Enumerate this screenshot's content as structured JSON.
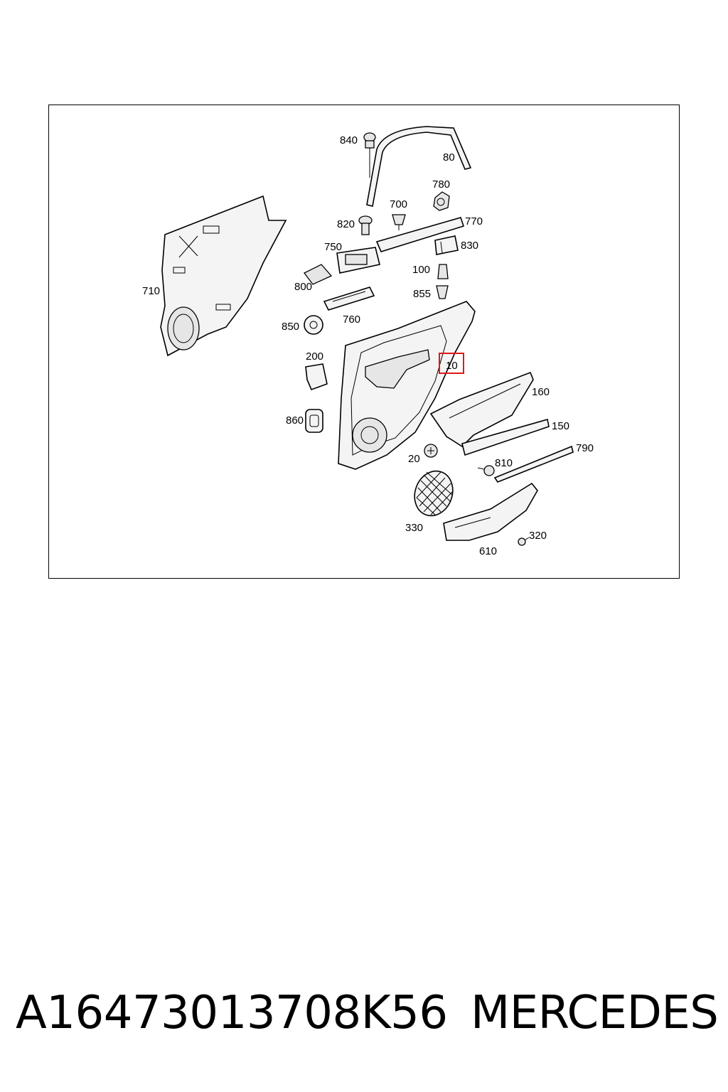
{
  "diagram": {
    "callouts": {
      "c840": "840",
      "c80": "80",
      "c780": "780",
      "c700": "700",
      "c770": "770",
      "c820": "820",
      "c750": "750",
      "c830": "830",
      "c100": "100",
      "c710": "710",
      "c800": "800",
      "c855": "855",
      "c760": "760",
      "c850": "850",
      "c200": "200",
      "c10": "10",
      "c160": "160",
      "c860": "860",
      "c150": "150",
      "c790": "790",
      "c20": "20",
      "c810": "810",
      "c330": "330",
      "c320": "320",
      "c610": "610"
    },
    "highlighted_callout": "10",
    "highlight_color": "#e01818"
  },
  "footer": {
    "part_number": "A16473013708K56",
    "brand": "MERCEDES"
  }
}
